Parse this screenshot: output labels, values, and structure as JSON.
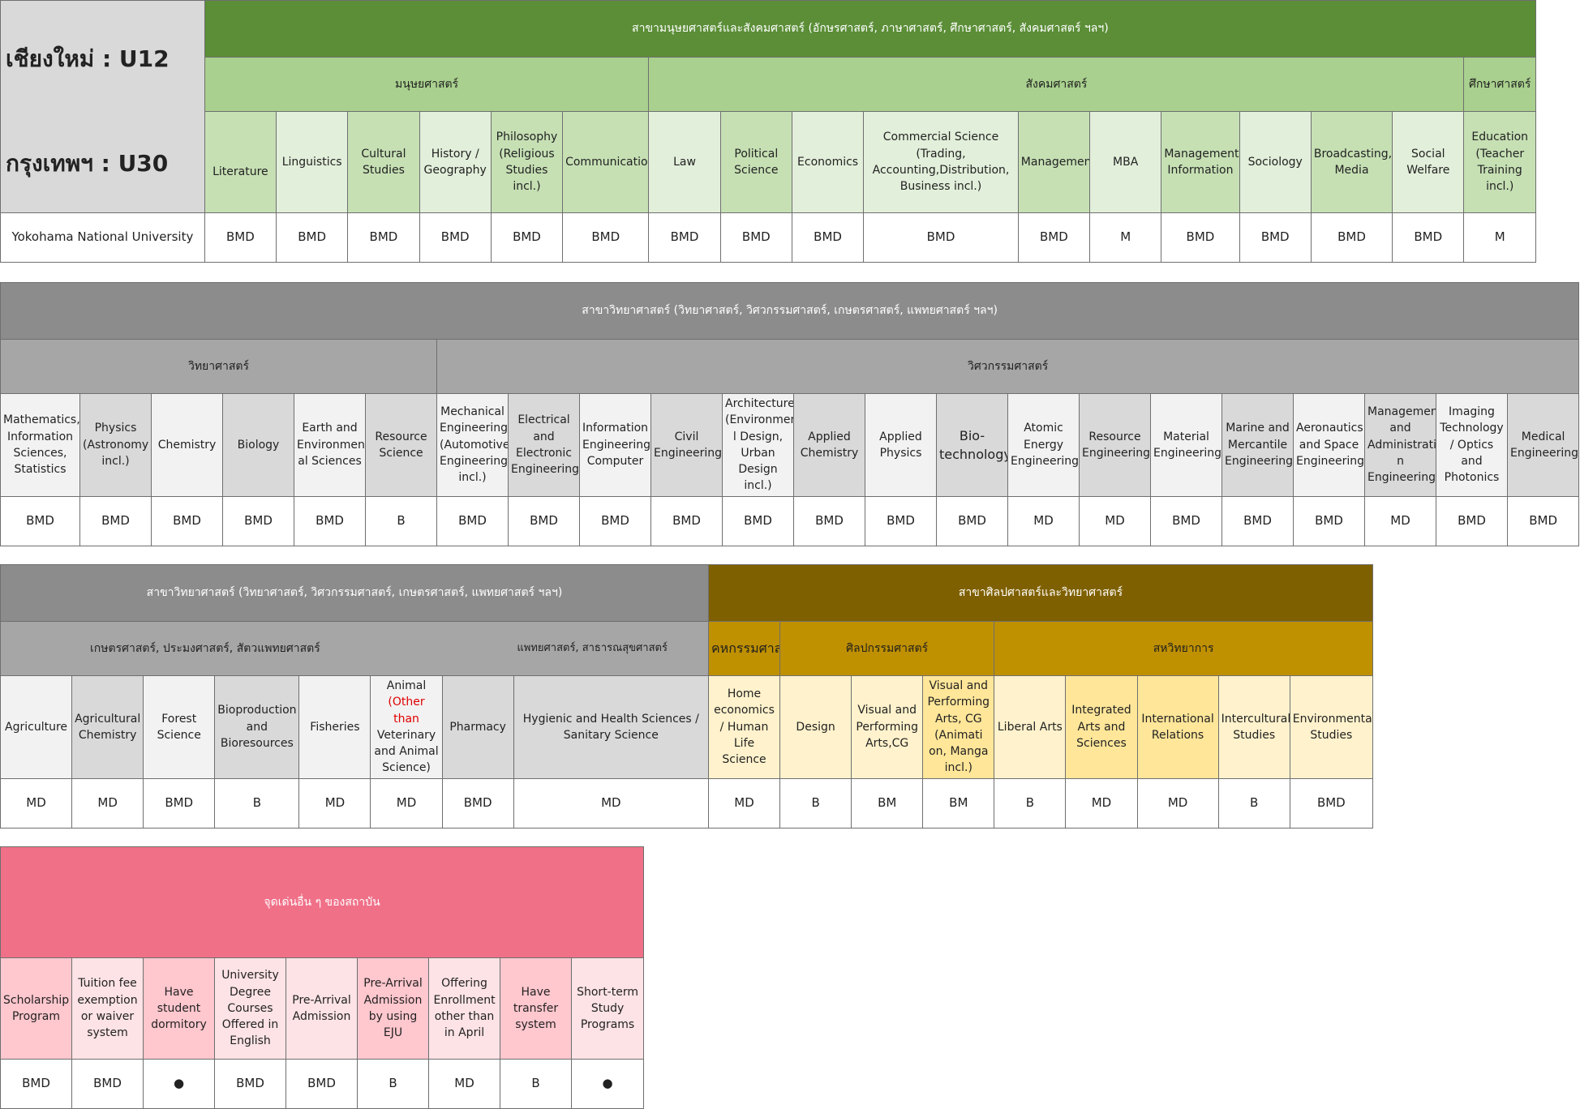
{
  "table1": {
    "corner_top": "เชียงใหม่ : U12",
    "corner_bottom": "กรุงเทพฯ : U30",
    "banner": "สาขามนุษยศาสตร์และสังคมศาสตร์ (อักษรศาสตร์, ภาษาศาสตร์, ศึกษาศาสตร์, สังคมศาสตร์ ฯลฯ)",
    "groups": [
      "มนุษยศาสตร์",
      "สังคมศาสตร์",
      "ศึกษาศาสตร์"
    ],
    "university": "Yokohama National University",
    "columns": [
      "Literature",
      "Linguistics",
      "Cultural Studies",
      "History / Geography",
      "Philosophy (Religious Studies incl.)",
      "Communication",
      "Law",
      "Political Science",
      "Economics",
      "Commercial Science (Trading, Accounting,Distribution, Business incl.)",
      "Management",
      "MBA",
      "Management Information",
      "Sociology",
      "Broadcasting, Media",
      "Social Welfare",
      "Education (Teacher Training incl.)"
    ],
    "values": [
      "BMD",
      "BMD",
      "BMD",
      "BMD",
      "BMD",
      "BMD",
      "BMD",
      "BMD",
      "BMD",
      "BMD",
      "BMD",
      "M",
      "BMD",
      "BMD",
      "BMD",
      "BMD",
      "M"
    ]
  },
  "table2": {
    "banner": "สาขาวิทยาศาสตร์ (วิทยาศาสตร์, วิศวกรรมศาสตร์, เกษตรศาสตร์, แพทยศาสตร์ ฯลฯ)",
    "groups": [
      "วิทยาศาสตร์",
      "วิศวกรรมศาสตร์"
    ],
    "columns": [
      "Mathematics, Information Sciences, Statistics",
      "Physics (Astronomy incl.)",
      "Chemistry",
      "Biology",
      "Earth and Environment al Sciences",
      "Resource Science",
      "Mechanical Engineering (Automotive, Engineering incl.)",
      "Electrical and Electronic Engineering",
      "Information Engineering, Computer",
      "Civil Engineering",
      "Architecture (Environmenta l Design, Urban Design incl.)",
      "Applied Chemistry",
      "Applied Physics",
      "Bio-technology",
      "Atomic Energy Engineering",
      "Resource Engineering",
      "Material Engineering",
      "Marine and Mercantile Engineering",
      "Aeronautics and Space Engineering",
      "Management and Administratio n Engineering",
      "Imaging Technology / Optics and Photonics",
      "Medical Engineering"
    ],
    "values": [
      "BMD",
      "BMD",
      "BMD",
      "BMD",
      "BMD",
      "B",
      "BMD",
      "BMD",
      "BMD",
      "BMD",
      "BMD",
      "BMD",
      "BMD",
      "BMD",
      "MD",
      "MD",
      "BMD",
      "BMD",
      "BMD",
      "MD",
      "BMD",
      "BMD"
    ]
  },
  "table3": {
    "science_banner": "สาขาวิทยาศาสตร์ (วิทยาศาสตร์, วิศวกรรมศาสตร์, เกษตรศาสตร์, แพทยศาสตร์ ฯลฯ)",
    "arts_banner": "สาขาศิลปศาสตร์และวิทยาศาสตร์",
    "group_agri": "เกษตรศาสตร์, ประมงศาสตร์, สัตวแพทยศาสตร์",
    "group_med": "แพทยศาสตร์, สาธารณสุขศาสตร์",
    "group_home": "คหกรรมศาสตร์",
    "group_fine": "ศิลปกรรมศาสตร์",
    "group_inter": "สหวิทยาการ",
    "animal_science_line1": "Animal",
    "animal_science_red": "(Other than",
    "animal_science_line2": "Veterinary and Animal Science)",
    "columns": [
      "Agriculture",
      "Agricultural Chemistry",
      "Forest Science",
      "Bioproduction and Bioresources",
      "Fisheries",
      "Pharmacy",
      "Hygienic and Health Sciences / Sanitary Science",
      "Home economics / Human Life Science",
      "Design",
      "Visual and Performing Arts,CG",
      "Visual and Performing Arts, CG (Animati on, Manga incl.)",
      "Liberal Arts",
      "Integrated Arts and Sciences",
      "International Relations",
      "Intercultural Studies",
      "Environmental Studies"
    ],
    "values": [
      "MD",
      "MD",
      "BMD",
      "B",
      "MD",
      "MD",
      "BMD",
      "MD",
      "MD",
      "B",
      "BM",
      "BM",
      "B",
      "MD",
      "MD",
      "B",
      "BMD"
    ]
  },
  "table4": {
    "banner": "จุดเด่นอื่น ๆ ของสถาบัน",
    "columns": [
      "Scholarship Program",
      "Tuition fee exemption or waiver system",
      "Have student dormitory",
      "University Degree Courses Offered in English",
      "Pre-Arrival Admission",
      "Pre-Arrival Admission by using EJU",
      "Offering Enrollment other than in April",
      "Have transfer system",
      "Short-term Study Programs"
    ],
    "values": [
      "BMD",
      "BMD",
      "●",
      "BMD",
      "BMD",
      "B",
      "MD",
      "B",
      "●"
    ]
  }
}
